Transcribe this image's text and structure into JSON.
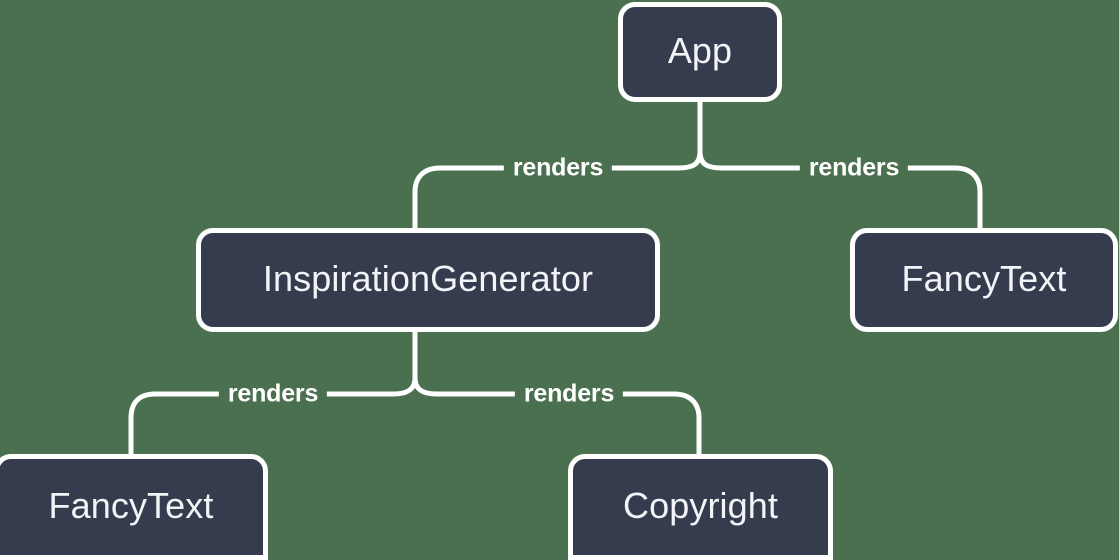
{
  "diagram": {
    "type": "component-tree",
    "background_color": "#4a7050",
    "node_fill_color": "#343c4d",
    "node_border_color": "#ffffff",
    "connector_color": "#ffffff",
    "text_color": "#f2f4f7",
    "nodes": [
      {
        "id": "app",
        "label": "App"
      },
      {
        "id": "inspiration",
        "label": "InspirationGenerator"
      },
      {
        "id": "fancytext_right",
        "label": "FancyText"
      },
      {
        "id": "fancytext_left",
        "label": "FancyText"
      },
      {
        "id": "copyright",
        "label": "Copyright"
      }
    ],
    "edges": [
      {
        "id": "app_to_inspiration",
        "from": "app",
        "to": "inspiration",
        "label": "renders"
      },
      {
        "id": "app_to_fancytext",
        "from": "app",
        "to": "fancytext_right",
        "label": "renders"
      },
      {
        "id": "inspiration_to_fancytext",
        "from": "inspiration",
        "to": "fancytext_left",
        "label": "renders"
      },
      {
        "id": "inspiration_to_copyright",
        "from": "inspiration",
        "to": "copyright",
        "label": "renders"
      }
    ]
  }
}
